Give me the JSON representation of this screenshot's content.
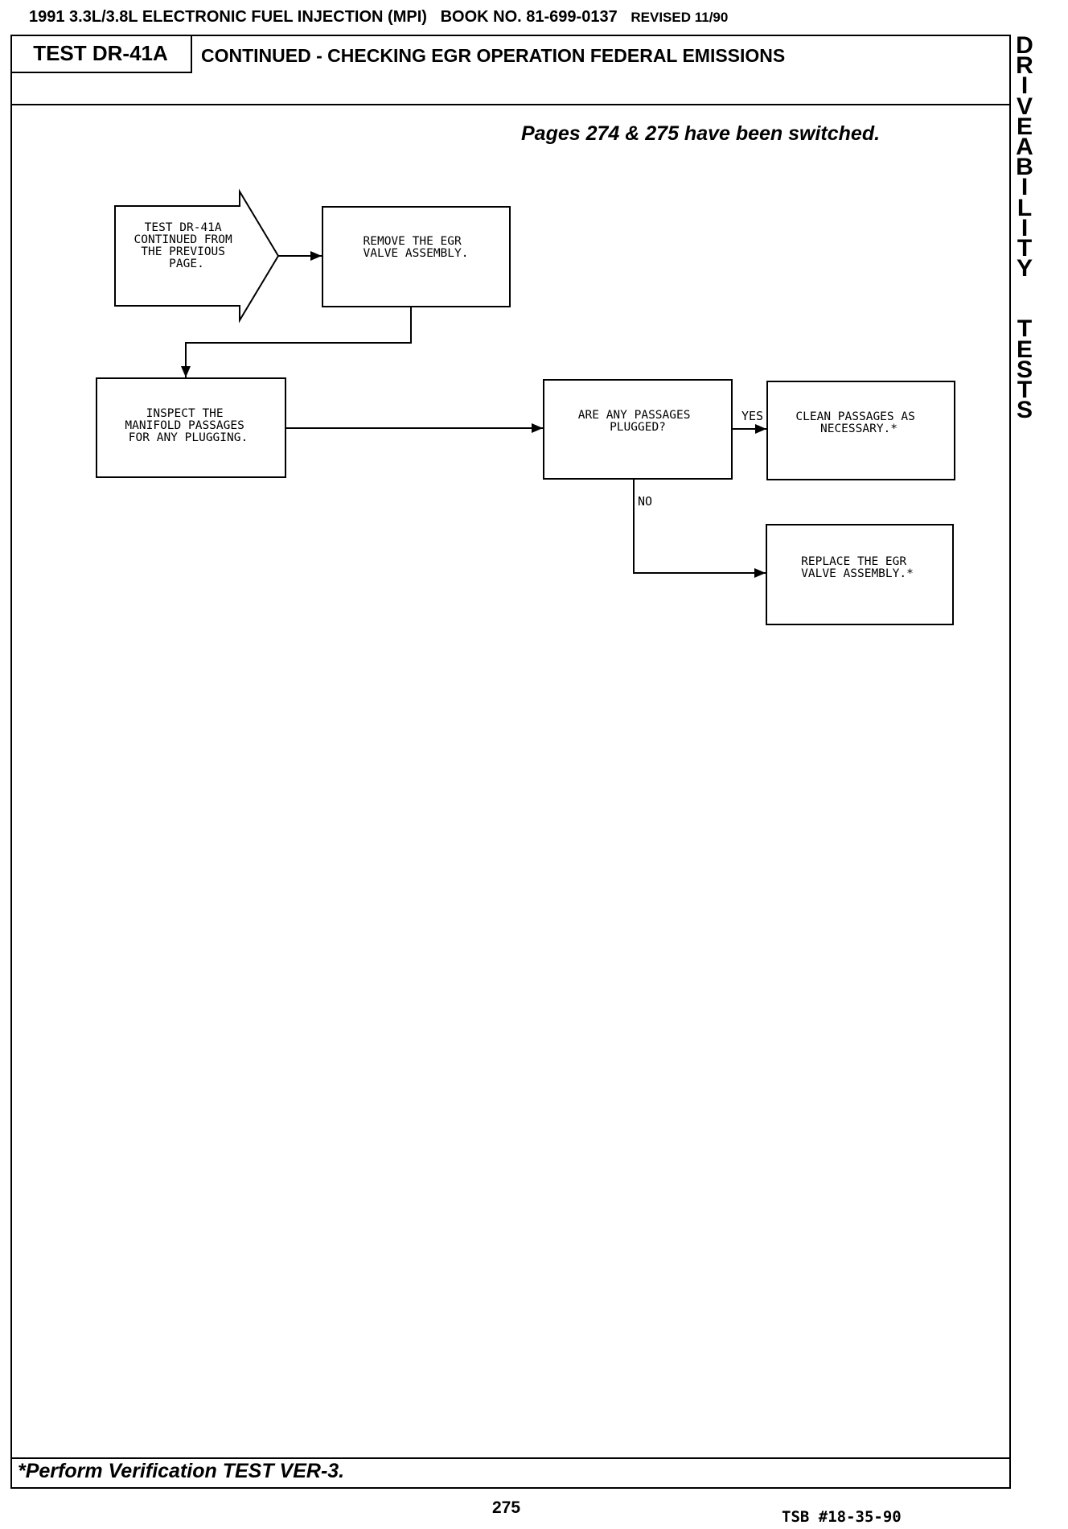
{
  "header": {
    "publication": "1991 3.3L/3.8L ELECTRONIC FUEL INJECTION (MPI)",
    "book": "BOOK NO. 81-699-0137",
    "revised": "REVISED 11/90"
  },
  "test_id": "TEST DR-41A",
  "section_title": "CONTINUED - CHECKING EGR OPERATION FEDERAL EMISSIONS",
  "switched_note": "Pages 274 & 275 have been switched.",
  "side_tab": {
    "word1": [
      "D",
      "R",
      "I",
      "V",
      "E",
      "A",
      "B",
      "I",
      "L",
      "I",
      "T",
      "Y"
    ],
    "word2": [
      "T",
      "E",
      "S",
      "T",
      "S"
    ]
  },
  "flowchart": {
    "start": [
      "TEST DR-41A",
      "CONTINUED FROM",
      "THE PREVIOUS",
      "PAGE."
    ],
    "remove_egr": [
      "REMOVE THE EGR",
      "VALVE ASSEMBLY."
    ],
    "inspect": [
      "INSPECT THE",
      "MANIFOLD PASSAGES",
      "FOR ANY PLUGGING."
    ],
    "question": [
      "ARE ANY PASSAGES",
      "PLUGGED?"
    ],
    "clean": [
      "CLEAN PASSAGES AS",
      "NECESSARY.*"
    ],
    "replace": [
      "REPLACE THE EGR",
      "VALVE ASSEMBLY.*"
    ],
    "yes_label": "YES",
    "no_label": "NO"
  },
  "footnote": "*Perform Verification TEST VER-3.",
  "page_number": "275",
  "tsb_number": "TSB #18-35-90"
}
